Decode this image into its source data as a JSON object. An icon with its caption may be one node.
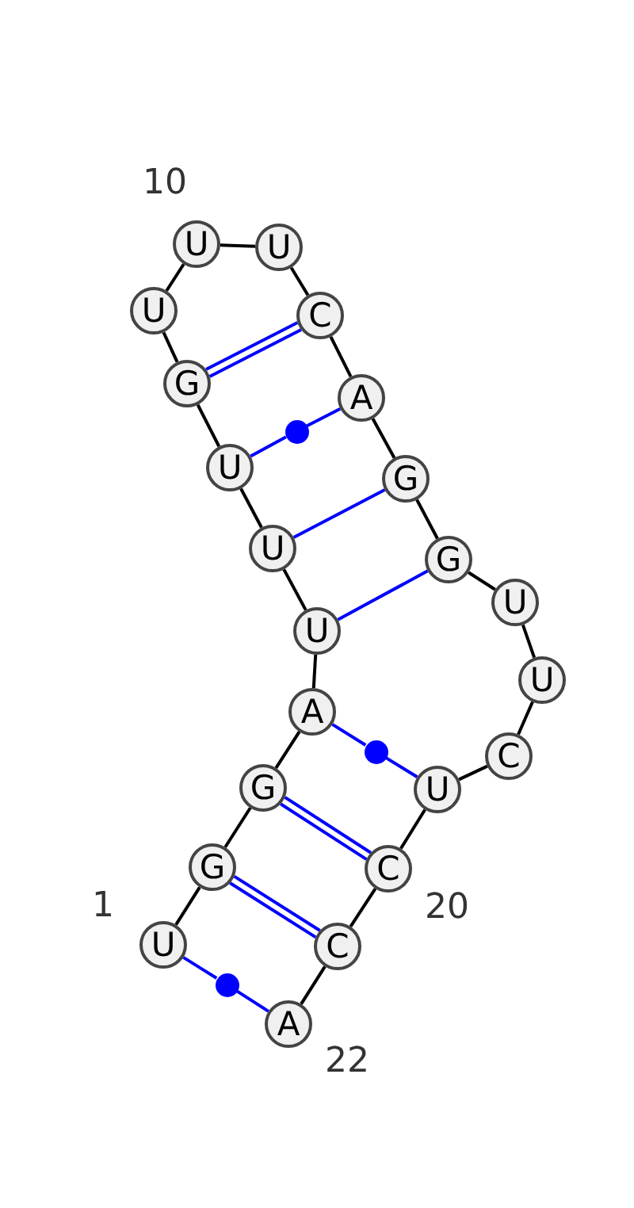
{
  "diagram": {
    "nodes": [
      {
        "text": [
          "U"
        ]
      },
      {
        "text": [
          "G"
        ]
      },
      {
        "text": [
          "G"
        ]
      },
      {
        "text": [
          "A"
        ]
      },
      {
        "text": [
          "U"
        ]
      },
      {
        "text": [
          "U"
        ]
      },
      {
        "text": [
          "U"
        ]
      },
      {
        "text": [
          "G"
        ]
      },
      {
        "text": [
          "U"
        ]
      },
      {
        "text": [
          "U"
        ]
      },
      {
        "text": [
          "U"
        ]
      },
      {
        "text": [
          "C"
        ]
      },
      {
        "text": [
          "A"
        ]
      },
      {
        "text": [
          "G"
        ]
      },
      {
        "text": [
          "G"
        ]
      },
      {
        "text": [
          "U"
        ]
      },
      {
        "text": [
          "U"
        ]
      },
      {
        "text": [
          "C"
        ]
      },
      {
        "text": [
          "U"
        ]
      },
      {
        "text": [
          "C"
        ]
      },
      {
        "text": [
          "C"
        ]
      },
      {
        "text": [
          "A"
        ]
      },
      {
        "text": [],
        "shape": "circle"
      },
      {
        "text": [],
        "shape": "circle"
      },
      {
        "text": [],
        "shape": "circle"
      }
    ],
    "edges": [
      {
        "from": 0,
        "to": 1,
        "arrow": "none"
      },
      {
        "from": 1,
        "to": 2,
        "arrow": "none"
      },
      {
        "from": 2,
        "to": 3,
        "arrow": "none"
      },
      {
        "from": 3,
        "to": 4,
        "arrow": "none"
      },
      {
        "from": 4,
        "to": 5,
        "arrow": "none"
      },
      {
        "from": 5,
        "to": 6,
        "arrow": "none"
      },
      {
        "from": 6,
        "to": 7,
        "arrow": "none"
      },
      {
        "from": 7,
        "to": 8,
        "arrow": "none"
      },
      {
        "from": 8,
        "to": 9,
        "arrow": "none"
      },
      {
        "from": 9,
        "to": 10,
        "arrow": "none"
      },
      {
        "from": 10,
        "to": 11,
        "arrow": "none"
      },
      {
        "from": 11,
        "to": 12,
        "arrow": "none"
      },
      {
        "from": 12,
        "to": 13,
        "arrow": "none"
      },
      {
        "from": 13,
        "to": 14,
        "arrow": "none"
      },
      {
        "from": 14,
        "to": 15,
        "arrow": "none"
      },
      {
        "from": 15,
        "to": 16,
        "arrow": "none"
      },
      {
        "from": 16,
        "to": 17,
        "arrow": "none"
      },
      {
        "from": 17,
        "to": 18,
        "arrow": "none"
      },
      {
        "from": 18,
        "to": 19,
        "arrow": "none"
      },
      {
        "from": 19,
        "to": 20,
        "arrow": "none"
      },
      {
        "from": 20,
        "to": 21,
        "arrow": "none"
      },
      {
        "from": 0,
        "to": 24,
        "arrow": "none",
        "color": "#0000ff"
      },
      {
        "from": 24,
        "to": 21,
        "arrow": "none",
        "color": "#0000ff"
      },
      {
        "from": 1,
        "to": 20,
        "arrow": "none",
        "color": "#0000ff"
      },
      {
        "from": 1,
        "to": 20,
        "arrow": "none",
        "color": "#0000ff"
      },
      {
        "from": 2,
        "to": 19,
        "arrow": "none",
        "color": "#0000ff"
      },
      {
        "from": 2,
        "to": 19,
        "arrow": "none",
        "color": "#0000ff"
      },
      {
        "from": 3,
        "to": 23,
        "arrow": "none",
        "color": "#0000ff"
      },
      {
        "from": 23,
        "to": 18,
        "arrow": "none",
        "color": "#0000ff"
      },
      {
        "from": 4,
        "to": 14,
        "arrow": "none",
        "color": "#0000ff"
      },
      {
        "from": 5,
        "to": 13,
        "arrow": "none",
        "color": "#0000ff"
      },
      {
        "from": 6,
        "to": 22,
        "arrow": "none",
        "color": "#0000ff"
      },
      {
        "from": 22,
        "to": 12,
        "arrow": "none",
        "color": "#0000ff"
      },
      {
        "from": 7,
        "to": 11,
        "arrow": "none",
        "color": "#0000ff"
      },
      {
        "from": 7,
        "to": 11,
        "arrow": "none",
        "color": "#0000ff"
      }
    ],
    "labels": [
      "10",
      "1",
      "20",
      "22"
    ]
  }
}
